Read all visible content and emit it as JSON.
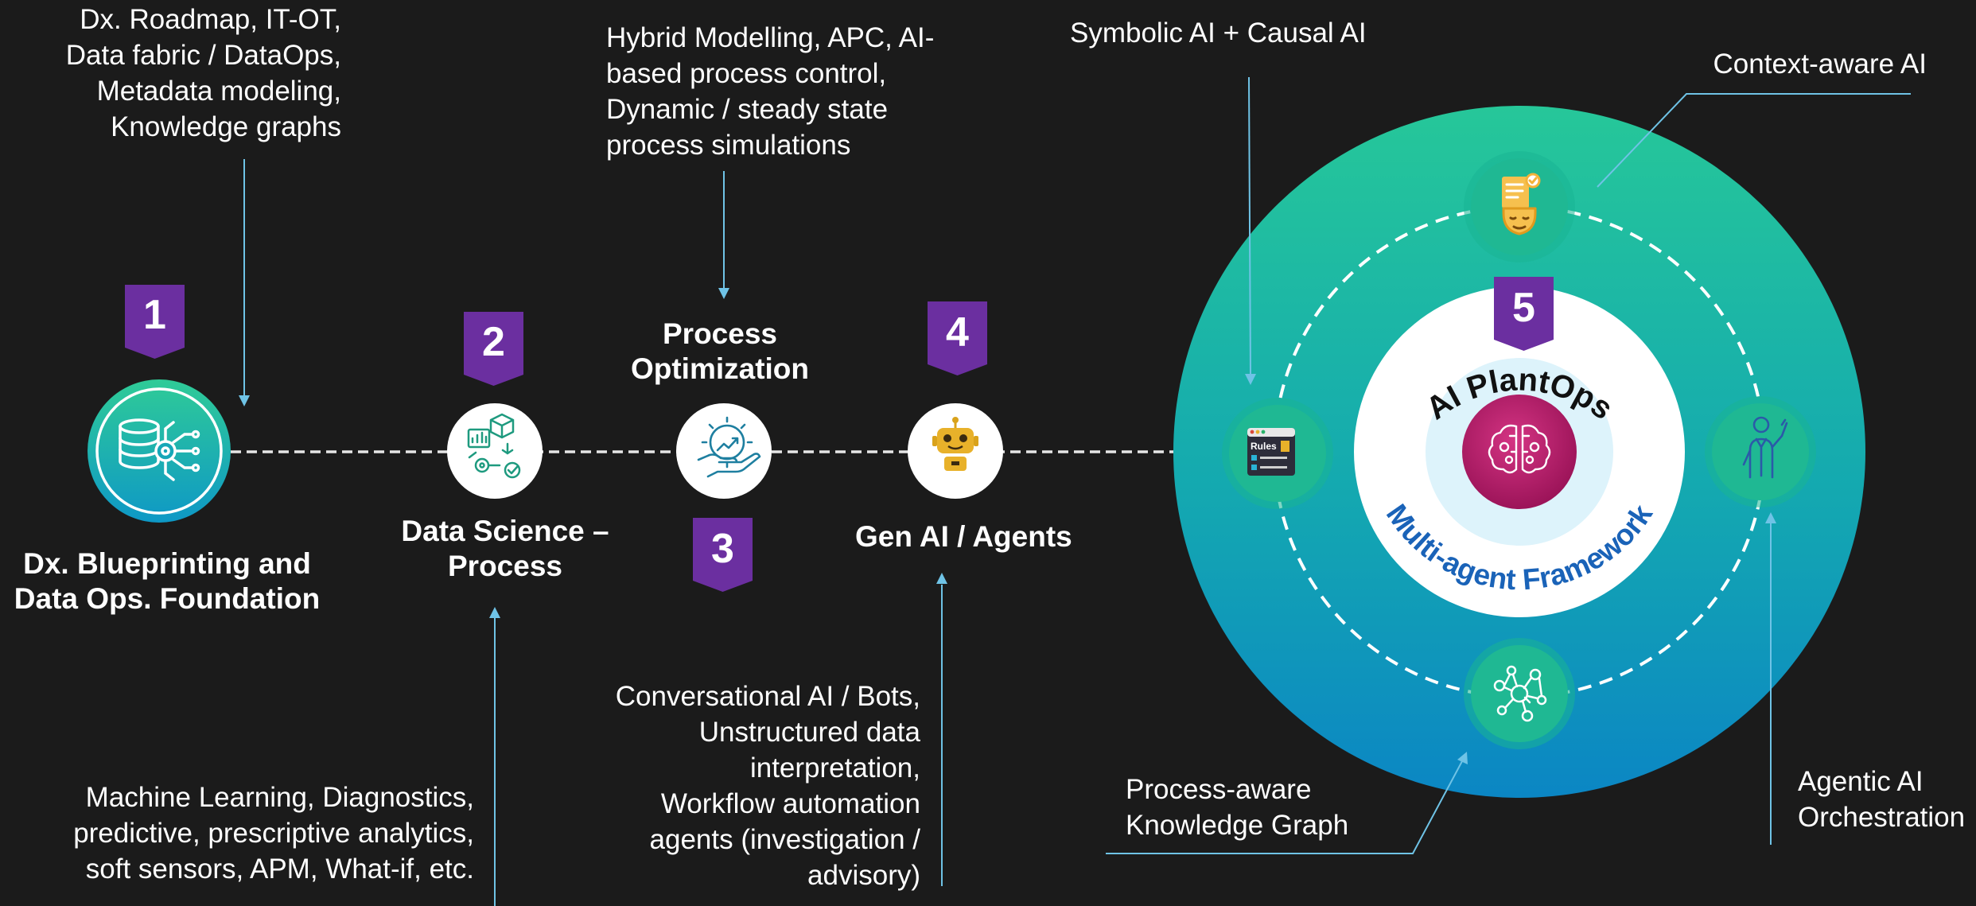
{
  "stages": [
    {
      "number": "1",
      "title": [
        "Dx. Blueprinting and",
        "Data Ops. Foundation"
      ],
      "note": [
        "Dx. Roadmap, IT-OT,",
        "Data fabric / DataOps,",
        "Metadata modeling,",
        "Knowledge graphs"
      ],
      "icon": "database-network-icon"
    },
    {
      "number": "2",
      "title": [
        "Data Science –",
        "Process"
      ],
      "note": [
        "Machine Learning, Diagnostics,",
        "predictive, prescriptive analytics,",
        "soft sensors, APM, What-if, etc."
      ],
      "icon": "data-science-flow-icon"
    },
    {
      "number": "3",
      "title": [
        "Process",
        "Optimization"
      ],
      "note": [
        "Hybrid Modelling, APC, AI-",
        "based process control,",
        "Dynamic / steady state",
        "process simulations"
      ],
      "icon": "gear-hand-growth-icon"
    },
    {
      "number": "4",
      "title": [
        "Gen AI / Agents"
      ],
      "note": [
        "Conversational AI / Bots,",
        "Unstructured data",
        "interpretation,",
        "Workflow automation",
        "agents (investigation /",
        "advisory)"
      ],
      "icon": "robot-icon"
    }
  ],
  "framework": {
    "number": "5",
    "title": "AI PlantOps",
    "subtitle": "Multi-agent Framework",
    "nodes": [
      {
        "position": "top",
        "icon": "document-head-icon",
        "label": "Context-aware AI"
      },
      {
        "position": "left",
        "icon": "rules-checklist-icon",
        "label": "Symbolic AI + Causal AI"
      },
      {
        "position": "right",
        "icon": "orchestrating-person-icon",
        "label": [
          "Agentic AI",
          "Orchestration"
        ]
      },
      {
        "position": "bottom",
        "icon": "knowledge-graph-icon",
        "label": [
          "Process-aware",
          "Knowledge Graph"
        ]
      }
    ],
    "center_icon": "brain-gears-icon"
  },
  "colors": {
    "background": "#1b1b1b",
    "badge_purple": "#6b2fa0",
    "teal_top": "#24c59a",
    "teal_bottom": "#0d8fc2",
    "connector_blue": "#6fc3e6",
    "subtitle_blue": "#1a63b8",
    "center_magenta": "#b51d6a"
  }
}
